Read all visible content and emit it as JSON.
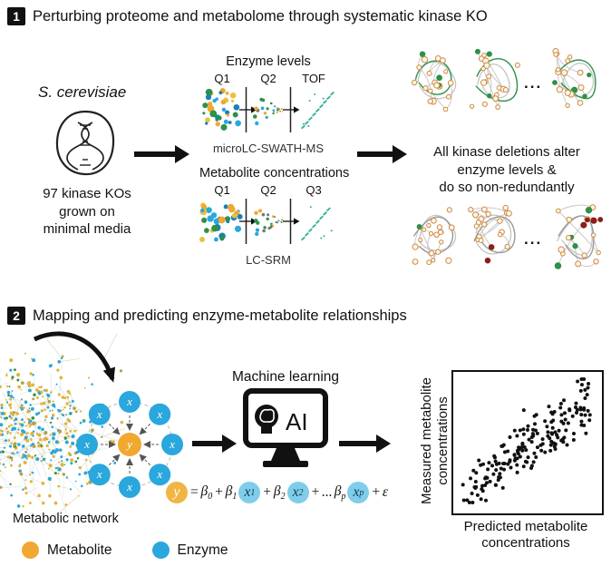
{
  "figure": {
    "panel1": {
      "badge": "1",
      "title": "Perturbing proteome and metabolome through systematic kinase KO",
      "organism": "S. cerevisiae",
      "ko_lines": [
        "97 kinase KOs",
        "grown on",
        "minimal media"
      ],
      "enzyme_ms": {
        "title": "Enzyme levels",
        "q1": "Q1",
        "q2": "Q2",
        "q3": "TOF",
        "caption": "microLC-SWATH-MS"
      },
      "metabolite_ms": {
        "title": "Metabolite concentrations",
        "q1": "Q1",
        "q2": "Q2",
        "q3": "Q3",
        "caption": "LC-SRM"
      },
      "result_lines": [
        "All kinase deletions alter",
        "enzyme levels &",
        "do so non-redundantly"
      ],
      "ellipsis": "..."
    },
    "panel2": {
      "badge": "2",
      "title": "Mapping and predicting enzyme-metabolite relationships",
      "network_label": "Metabolic network",
      "ml_label": "Machine learning",
      "ai_label": "AI",
      "hub": {
        "center": "y",
        "spoke": "x"
      },
      "formula": {
        "y": "y",
        "eq": "=",
        "beta": "β",
        "plus": "+",
        "x": "x",
        "dots": "...",
        "epsilon": "ε",
        "sub0": "0",
        "sub1": "1",
        "sub2": "2",
        "subp": "p"
      },
      "scatter": {
        "ylabel": [
          "Measured metabolite",
          "concentrations"
        ],
        "xlabel": [
          "Predicted metabolite",
          "concentrations"
        ]
      },
      "legend": {
        "metabolite": {
          "label": "Metabolite",
          "color": "#f0a830"
        },
        "enzyme": {
          "label": "Enzyme",
          "color": "#2aa7dc"
        }
      }
    },
    "colors": {
      "metabolite_yellow": "#f0a830",
      "enzyme_blue": "#2aa7dc",
      "green": "#2e9147",
      "dark_red": "#8c1d18",
      "teal": "#2fae9b",
      "edge_gray": "#c9c9c9",
      "node_outline_orange": "#cf8a3e",
      "black": "#111111"
    }
  },
  "chart_data": {
    "type": "scatter",
    "title": "",
    "xlabel": "Predicted metabolite concentrations",
    "ylabel": "Measured metabolite concentrations",
    "x_ticks": [],
    "y_ticks": [],
    "axes_numeric_labels_visible": false,
    "legend_position": "none",
    "grid": false,
    "pattern": "schematic cloud of ~180 unlabeled black points showing a strong positive linear correlation between predicted and measured metabolite concentrations"
  }
}
